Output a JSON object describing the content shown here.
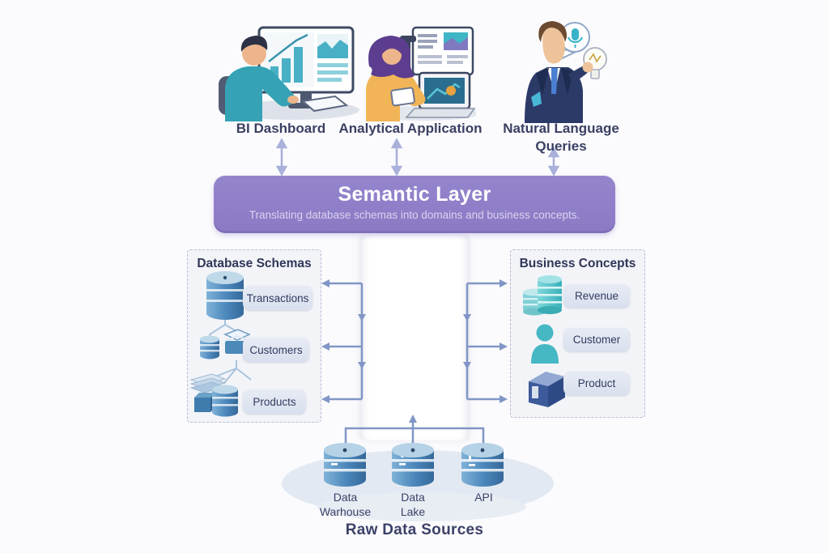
{
  "personas": {
    "bi": {
      "label": "BI Dashboard"
    },
    "analytical": {
      "label": "Analytical Application"
    },
    "nlq": {
      "label": "Natural Language Queries"
    }
  },
  "semantic_layer": {
    "title": "Semantic Layer",
    "subtitle": "Translating database schemas into domains and business concepts."
  },
  "database_schemas": {
    "title": "Database Schemas",
    "items": [
      "Transactions",
      "Customers",
      "Products"
    ]
  },
  "business_concepts": {
    "title": "Business Concepts",
    "items": [
      "Revenue",
      "Customer",
      "Product"
    ]
  },
  "raw_data_sources": {
    "title": "Raw Data Sources",
    "sources": [
      "Data\nWarhouse",
      "Data\nLake",
      "API"
    ]
  },
  "icons": {
    "transactions": "database-cylinder-icon",
    "customers": "database-documents-icon",
    "products": "stacked-sheets-cube-database-icon",
    "revenue": "coin-stacks-icon",
    "customer": "person-icon",
    "product": "cube-icon",
    "raw_source": "database-cylinder-icon",
    "nlq_speech": "microphone-speech-bubble-icon",
    "nlq_idea": "lightbulb-icon"
  },
  "colors": {
    "accent_purple": "#8b79c4",
    "connector_blue": "#8196c6",
    "double_arrow": "#a9b1da",
    "cylinder_blue": "#4a86ba",
    "teal": "#45bdc4",
    "navy_text": "#3a3f63",
    "box_bg": "#f2f3f8",
    "chip_bg": "#dde3ef"
  }
}
